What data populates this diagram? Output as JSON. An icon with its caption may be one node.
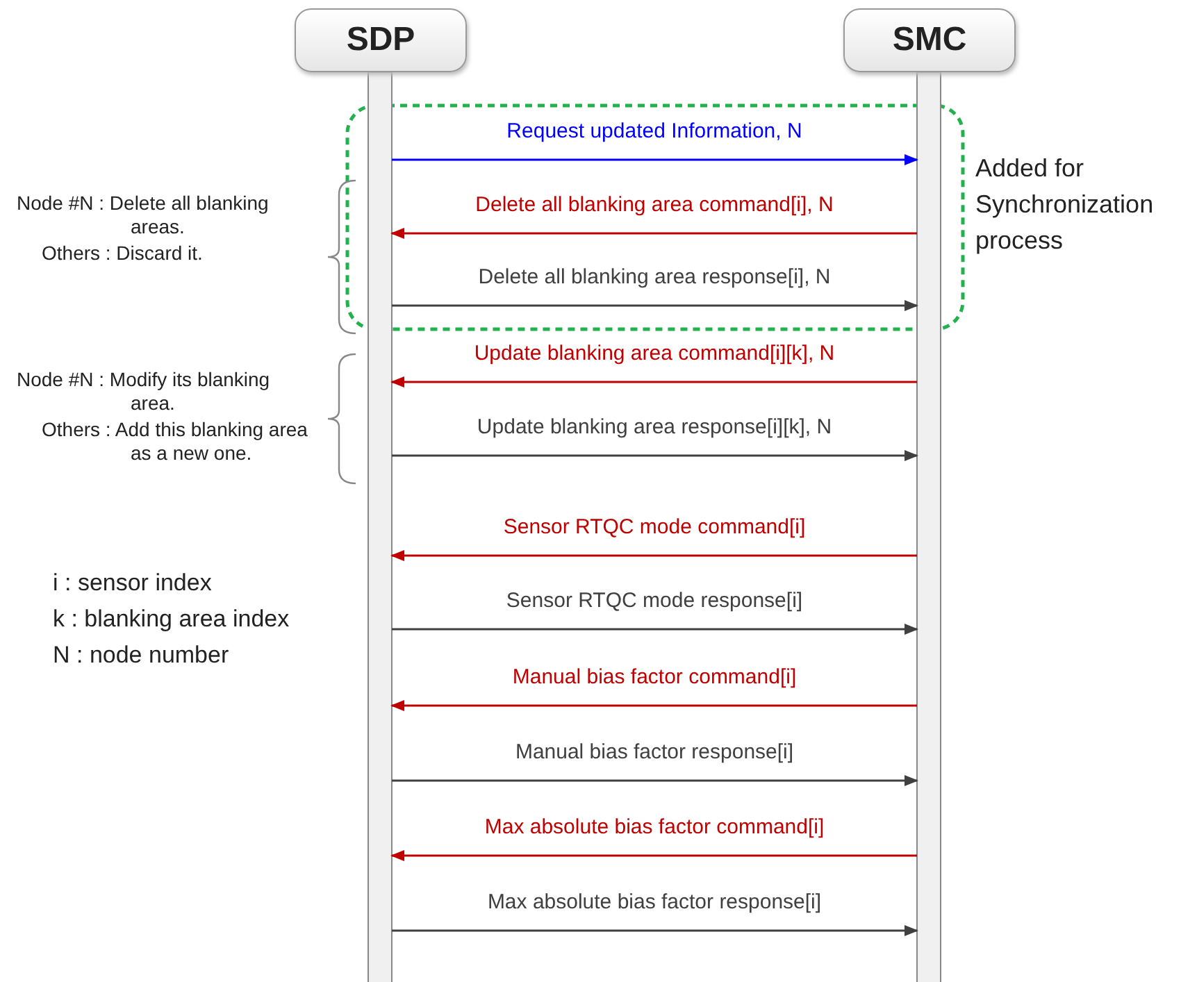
{
  "diagram": {
    "nodes": [
      {
        "text": [
          "SDP"
        ]
      },
      {
        "text": [
          "SMC"
        ]
      },
      {
        "text": [],
        "shape": "bar"
      },
      {
        "text": [],
        "shape": "bar"
      }
    ],
    "edges": [
      {
        "from": 2,
        "to": 3,
        "arrow": "to",
        "label": "Request updated Information, N",
        "color": "#0000ff"
      },
      {
        "from": 3,
        "to": 2,
        "arrow": "to",
        "label": "Delete all blanking area command[i], N",
        "color": "#c00000"
      },
      {
        "from": 2,
        "to": 3,
        "arrow": "to",
        "label": "Delete all blanking area response[i], N",
        "color": "#404040"
      },
      {
        "from": 3,
        "to": 2,
        "arrow": "to",
        "label": "Update blanking area command[i][k], N",
        "color": "#c00000"
      },
      {
        "from": 2,
        "to": 3,
        "arrow": "to",
        "label": "Update blanking area response[i][k], N",
        "color": "#404040"
      },
      {
        "from": 3,
        "to": 2,
        "arrow": "to",
        "label": "Sensor RTQC mode command[i]",
        "color": "#c00000"
      },
      {
        "from": 2,
        "to": 3,
        "arrow": "to",
        "label": "Sensor RTQC mode response[i]",
        "color": "#404040"
      },
      {
        "from": 3,
        "to": 2,
        "arrow": "to",
        "label": "Manual bias factor command[i]",
        "color": "#c00000"
      },
      {
        "from": 2,
        "to": 3,
        "arrow": "to",
        "label": "Manual bias factor response[i]",
        "color": "#404040"
      },
      {
        "from": 3,
        "to": 2,
        "arrow": "to",
        "label": "Max absolute bias factor command[i]",
        "color": "#c00000"
      },
      {
        "from": 2,
        "to": 3,
        "arrow": "to",
        "label": "Max absolute bias factor response[i]",
        "color": "#404040"
      }
    ],
    "labels": [
      "Added for Synchronization process",
      "Node #N : Delete all blanking areas.",
      "Others : Discard it.",
      "Node #N : Modify its blanking area.",
      "Others : Add this blanking area as a new one.",
      "i : sensor index",
      "k : blanking area index",
      "N : node number"
    ]
  }
}
